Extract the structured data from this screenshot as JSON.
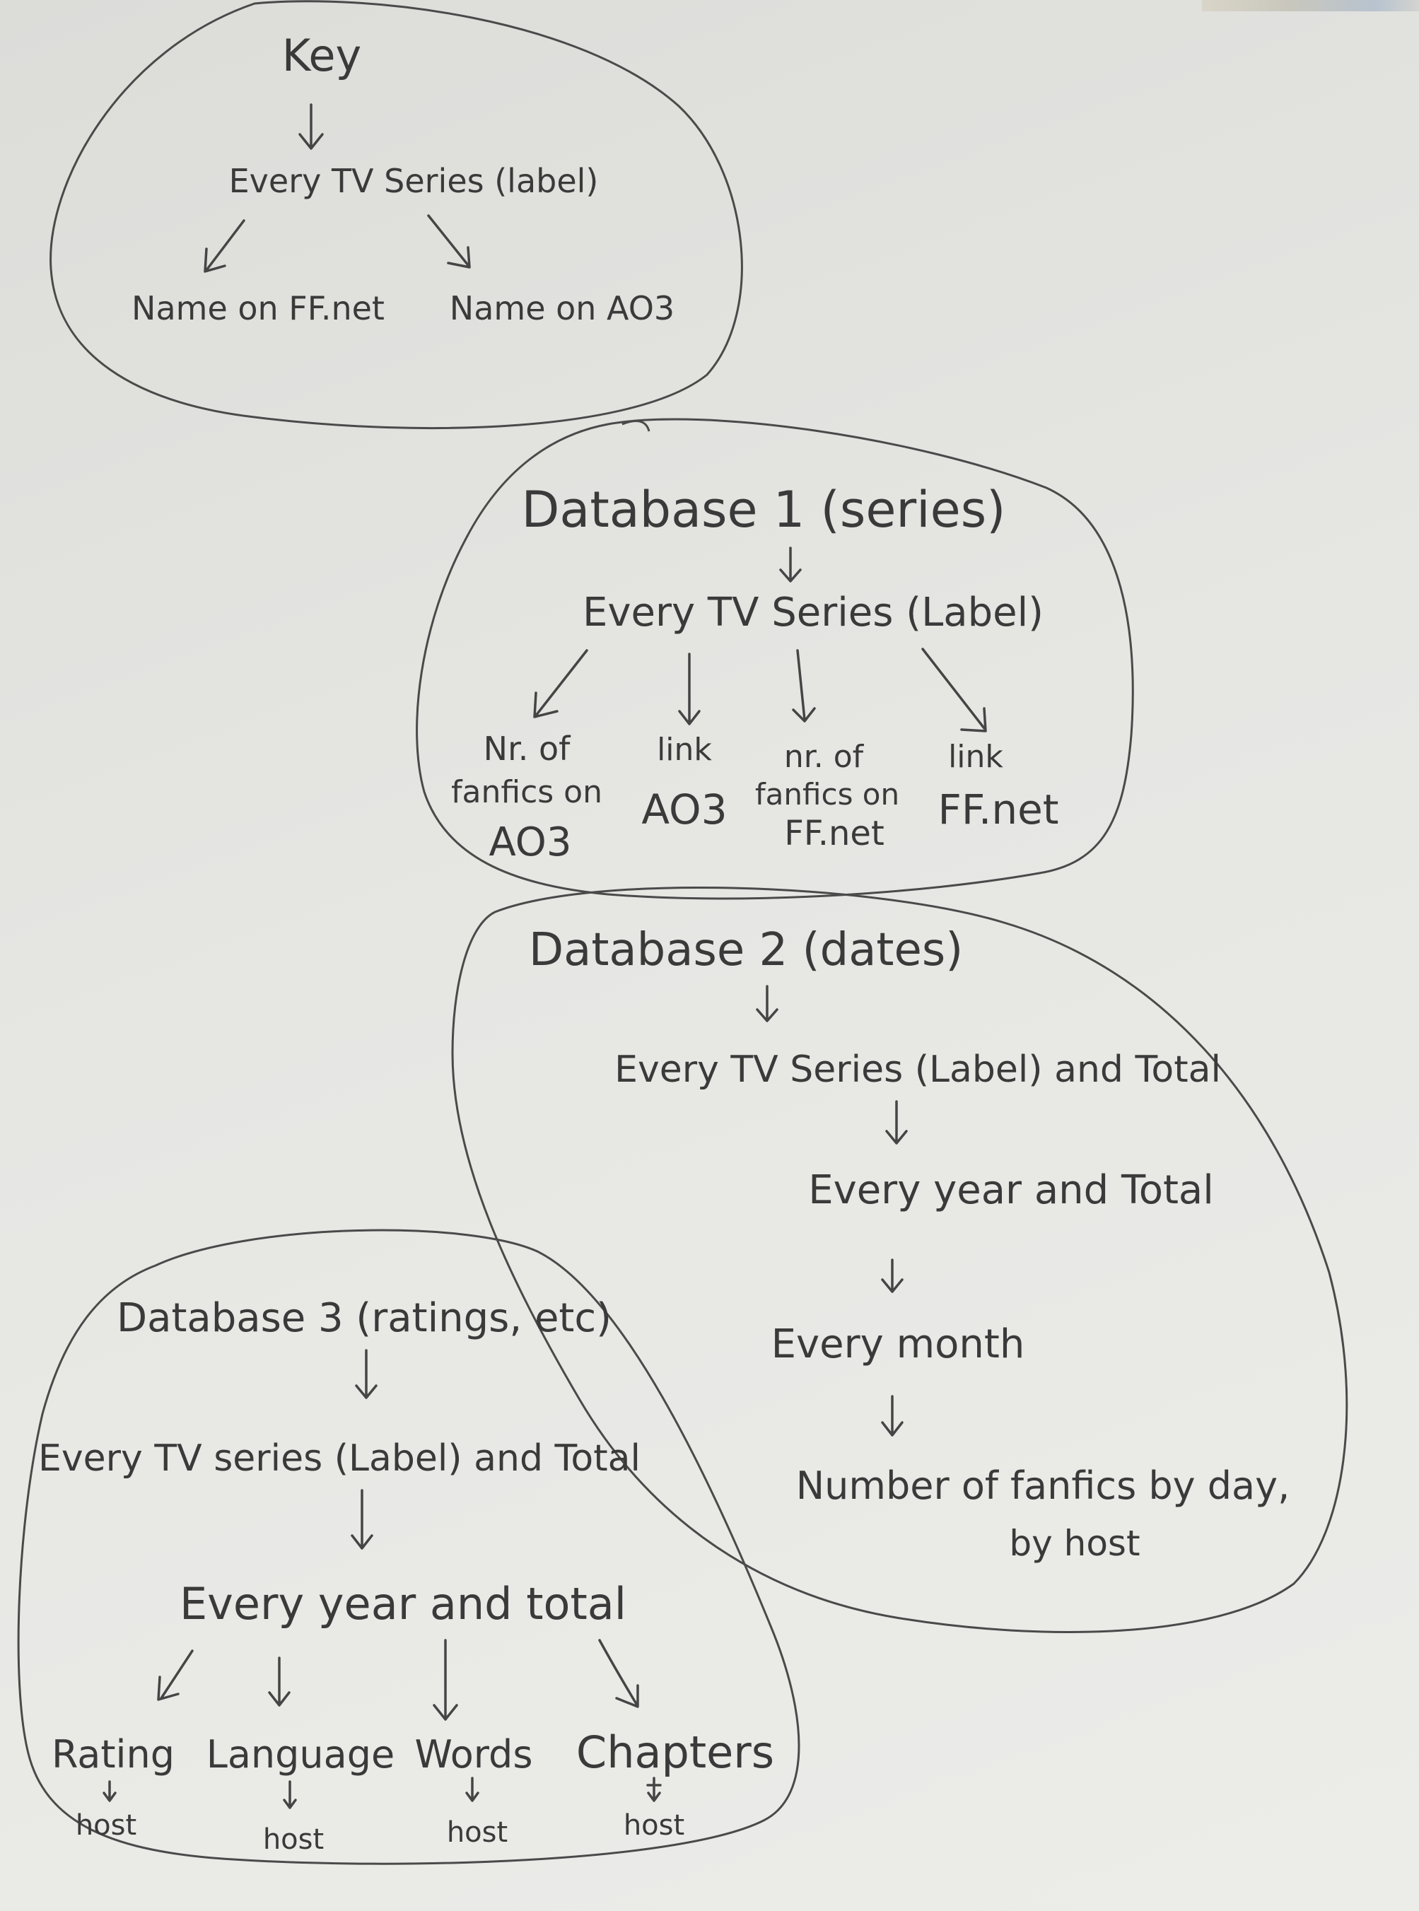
{
  "key": {
    "title": "Key",
    "root": "Every TV Series (label)",
    "leaves": [
      "Name on FF.net",
      "Name on AO3"
    ]
  },
  "db1": {
    "title": "Database 1 (series)",
    "root": "Every TV Series (Label)",
    "leaves": [
      [
        "Nr. of",
        "fanfics on",
        "AO3"
      ],
      [
        "link",
        "AO3"
      ],
      [
        "nr. of",
        "fanfics on",
        "FF.net"
      ],
      [
        "link",
        "FF.net"
      ]
    ]
  },
  "db2": {
    "title": "Database 2 (dates)",
    "levels": [
      "Every TV Series (Label) and Total",
      "Every year and Total",
      "Every month"
    ],
    "leaf": [
      "Number of fanfics by day,",
      "by host"
    ]
  },
  "db3": {
    "title": "Database 3 (ratings, etc)",
    "levels": [
      "Every TV series (Label) and Total",
      "Every year and total"
    ],
    "leaves": [
      "Rating",
      "Language",
      "Words",
      "Chapters"
    ],
    "sub_label": "host"
  }
}
